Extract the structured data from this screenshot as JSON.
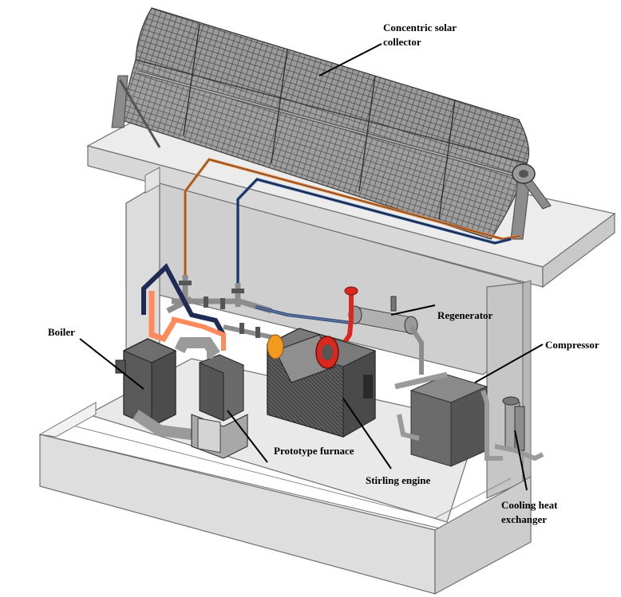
{
  "labels": {
    "collector": [
      "Concentric solar",
      "collector"
    ],
    "regenerator": "Regenerator",
    "boiler": "Boiler",
    "compressor": "Compressor",
    "furnace": "Prototype furnace",
    "stirling": "Stirling engine",
    "cooling": [
      "Cooling heat",
      "exchanger"
    ]
  },
  "colors": {
    "hot_pipe": "#e07a2e",
    "cold_pipe": "#2c4f8c",
    "hot_fluid": "#ff8a5c",
    "red_valve": "#d8281f",
    "orange_part": "#f29a1f",
    "dark_pipe": "#1f2b55"
  }
}
